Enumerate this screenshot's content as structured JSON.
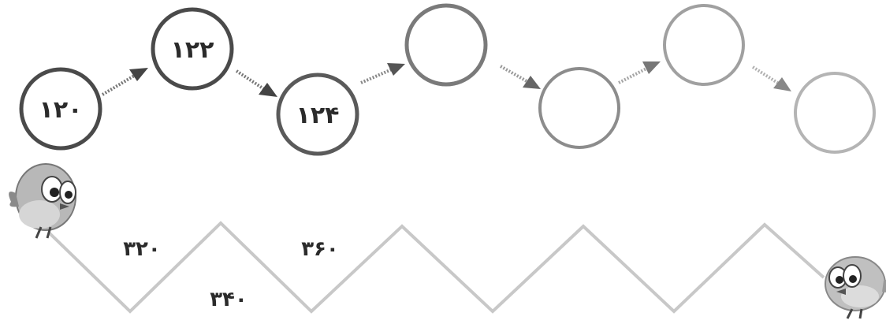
{
  "sequence_top": {
    "circles": [
      {
        "value": "۱۲۰",
        "shade": "#4a4a4a"
      },
      {
        "value": "۱۲۲",
        "shade": "#4a4a4a"
      },
      {
        "value": "۱۲۴",
        "shade": "#5a5a5a"
      },
      {
        "value": "",
        "shade": "#7a7a7a"
      },
      {
        "value": "",
        "shade": "#8c8c8c"
      },
      {
        "value": "",
        "shade": "#a0a0a0"
      },
      {
        "value": "",
        "shade": "#b4b4b4"
      }
    ]
  },
  "zigzag_bottom": {
    "labels": [
      {
        "value": "۳۲۰",
        "vertex": 0
      },
      {
        "value": "۳۴۰",
        "vertex": 1
      },
      {
        "value": "۳۶۰",
        "vertex": 2
      }
    ]
  },
  "colors": {
    "arrow": "#555555",
    "zigzag_line": "#c8c8c8",
    "bird_body": "#b8b8b8"
  },
  "icons": {
    "left": "bird-icon",
    "right": "bird-icon"
  }
}
